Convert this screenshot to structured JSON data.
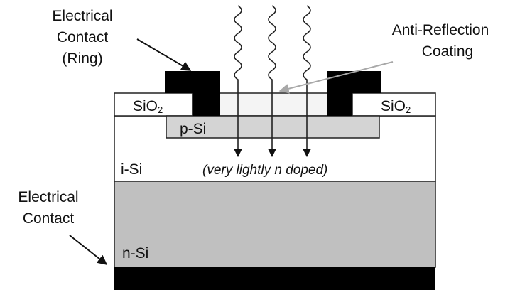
{
  "labels": {
    "contact_ring_line1": "Electrical",
    "contact_ring_line2": "Contact",
    "contact_ring_line3": "(Ring)",
    "arc_line1": "Anti-Reflection",
    "arc_line2": "Coating",
    "sio2_left": "SiO",
    "sio2_left_sub": "2",
    "sio2_right": "SiO",
    "sio2_right_sub": "2",
    "p_si": "p-Si",
    "i_si": "i-Si",
    "doping_note": "(very lightly n doped)",
    "bottom_contact_line1": "Electrical",
    "bottom_contact_line2": "Contact",
    "n_si": "n-Si"
  },
  "colors": {
    "contact": "#000000",
    "n_si": "#c0c0c0",
    "p_si": "#d4d4d4",
    "oxide": "#ffffff",
    "i_si": "#ffffff",
    "arc_pointer": "#b8b8b8"
  },
  "incident_light_ray_count": 3
}
